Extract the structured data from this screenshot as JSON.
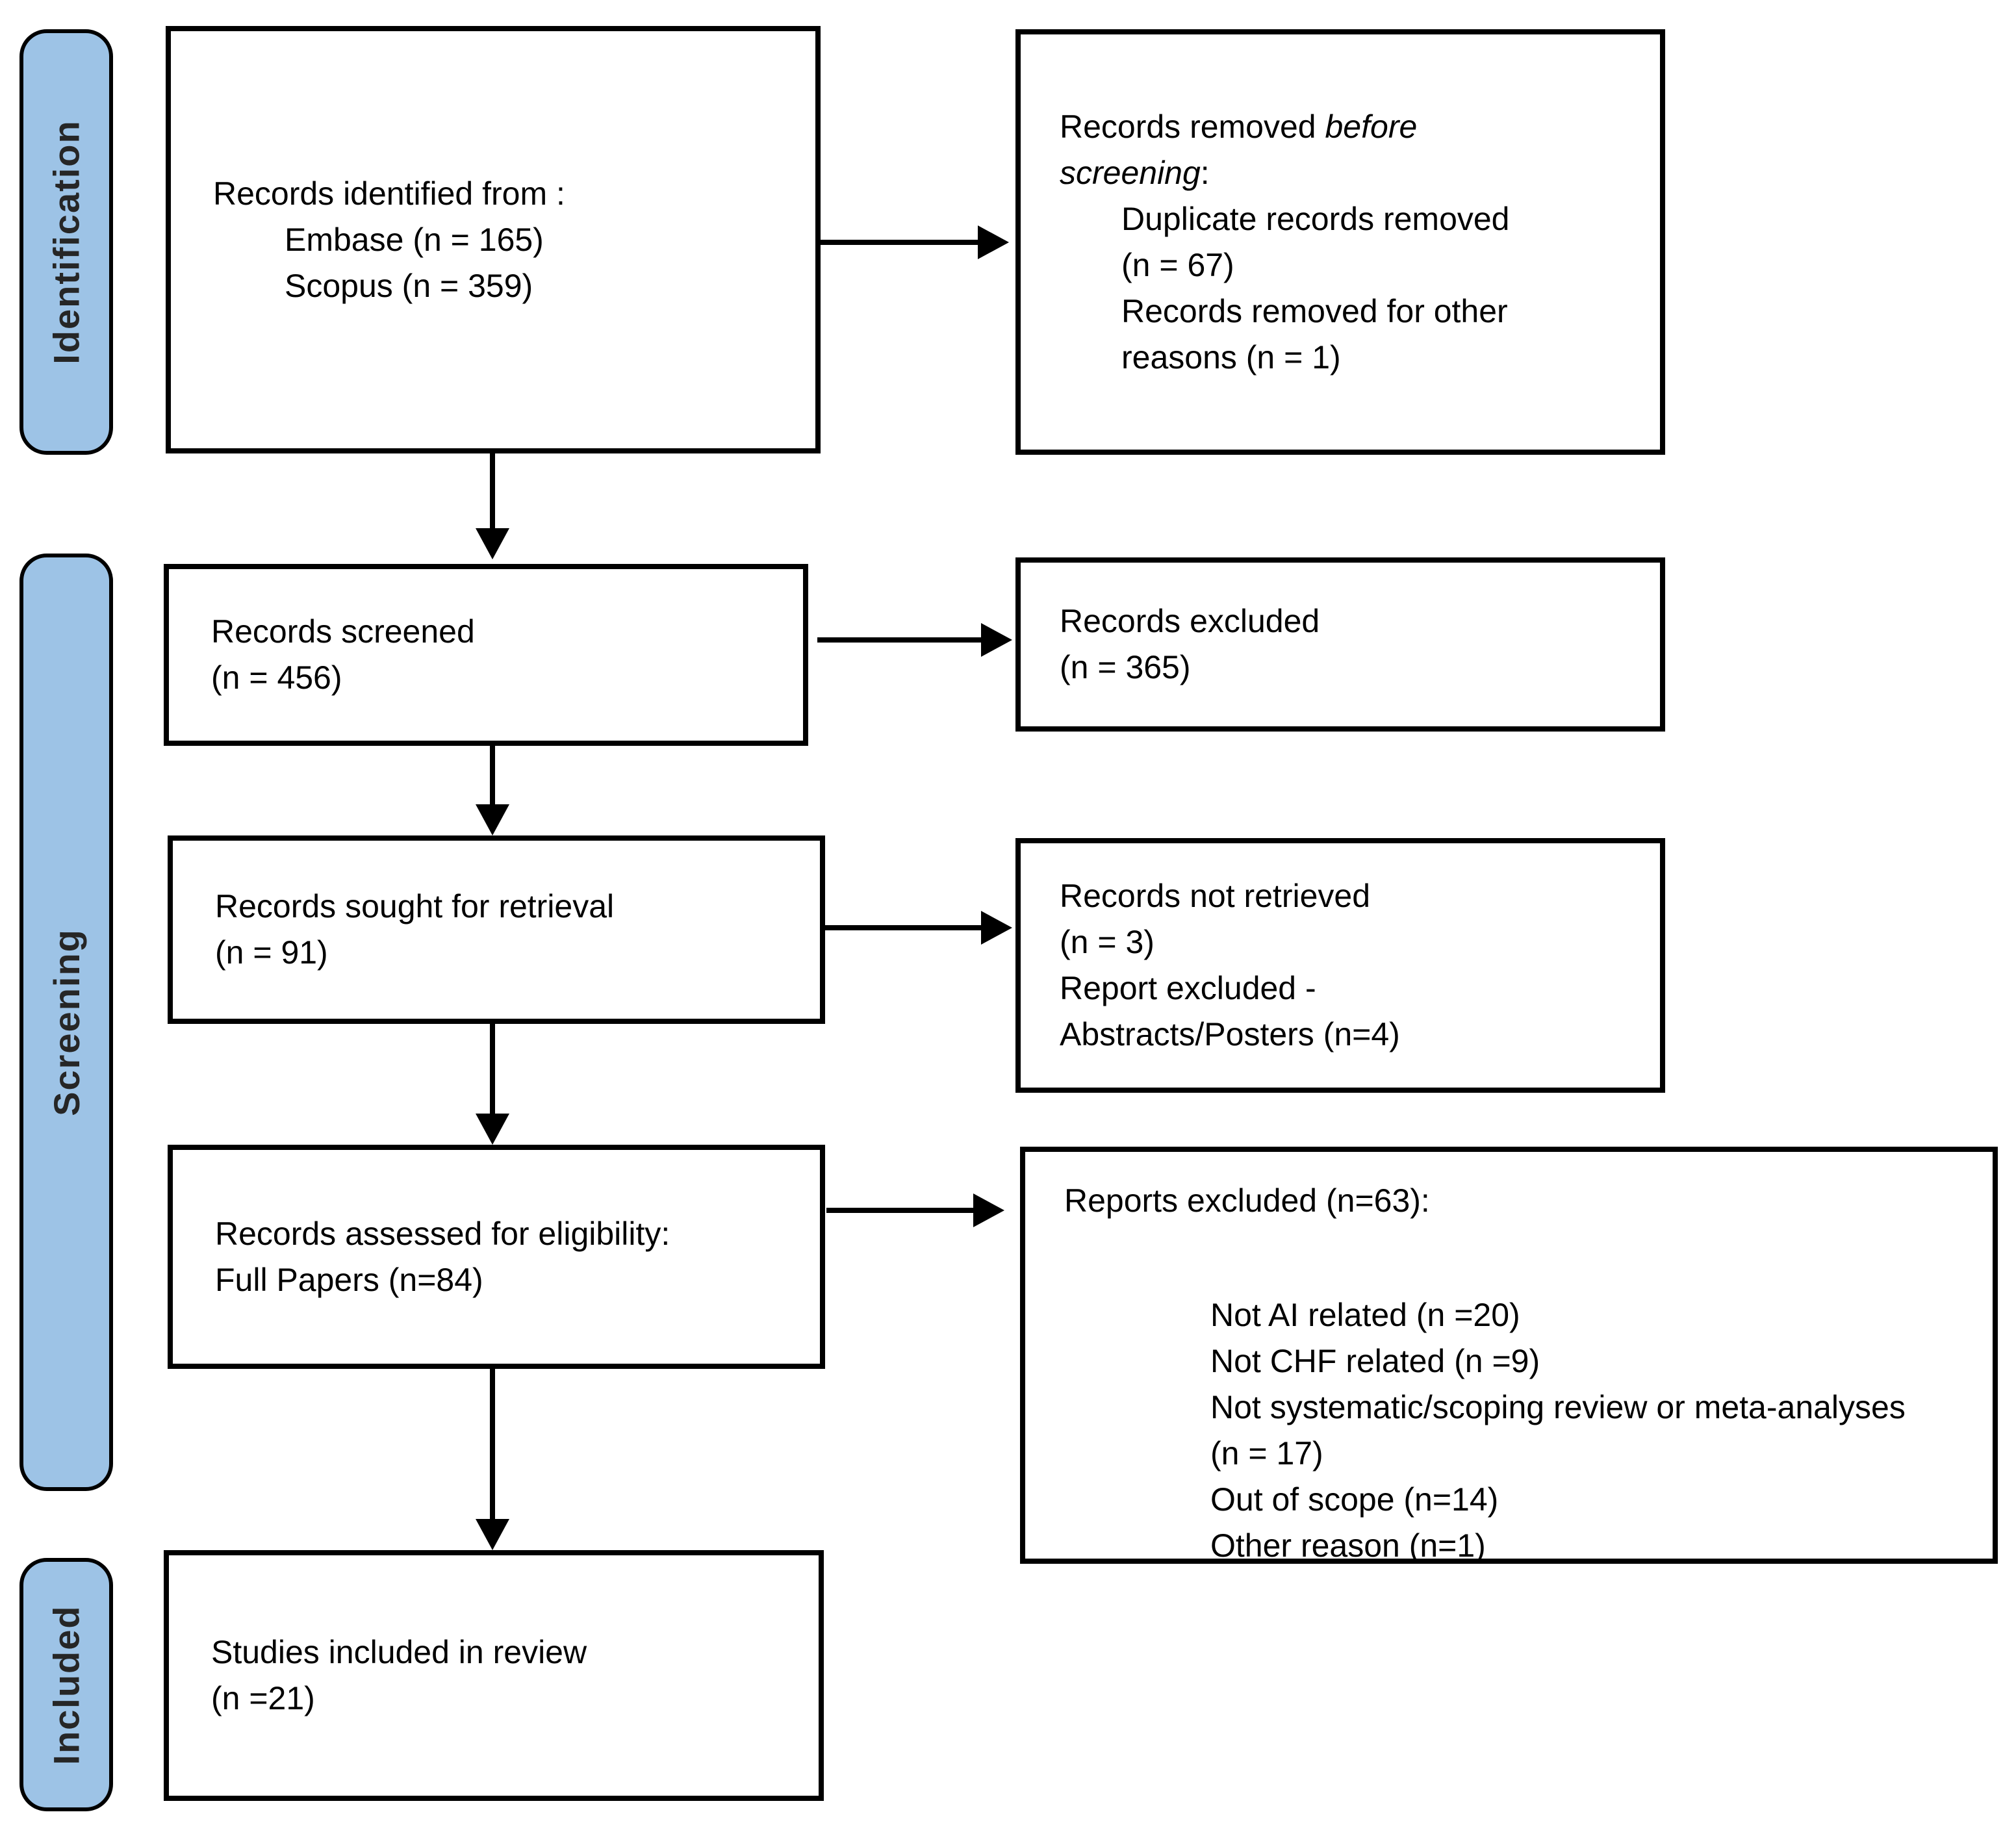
{
  "stages": {
    "identification": "Identification",
    "screening": "Screening",
    "included": "Included"
  },
  "boxes": {
    "identified": {
      "line1": "Records identified from :",
      "line2": "Embase (n = 165)",
      "line3": "Scopus (n = 359)"
    },
    "removed_before": {
      "l1_normal": "Records removed ",
      "l1_italic": "before",
      "l2_italic": "screening",
      "l2_colon": ":",
      "item1a": "Duplicate records removed",
      "item1b": "(n = 67)",
      "item2a": "Records removed for other",
      "item2b": "reasons (n = 1)"
    },
    "screened": {
      "line1": "Records screened",
      "line2": "(n = 456)"
    },
    "excluded": {
      "line1": "Records excluded",
      "line2": "(n = 365)"
    },
    "sought": {
      "line1": "Records sought for retrieval",
      "line2": "(n = 91)"
    },
    "not_retrieved": {
      "line1": "Records not retrieved",
      "line2": "(n = 3)",
      "line3": "Report excluded -",
      "line4": "Abstracts/Posters (n=4)"
    },
    "assessed": {
      "line1": "Records assessed for eligibility:",
      "line2": "Full Papers (n=84)"
    },
    "reports_excluded": {
      "title": "Reports excluded (n=63):",
      "item1": "Not AI related (n =20)",
      "item2": "Not CHF related (n =9)",
      "item3": "Not systematic/scoping review or meta-analyses",
      "item3b": "(n = 17)",
      "item4": "Out of scope (n=14)",
      "item5": "Other reason (n=1)"
    },
    "included_studies": {
      "line1": "Studies included in review",
      "line2": "(n =21)"
    }
  },
  "colors": {
    "stage_fill": "#9DC3E6",
    "stage_border": "#000000",
    "box_border": "#000000",
    "arrow": "#000000",
    "text": "#000000"
  }
}
